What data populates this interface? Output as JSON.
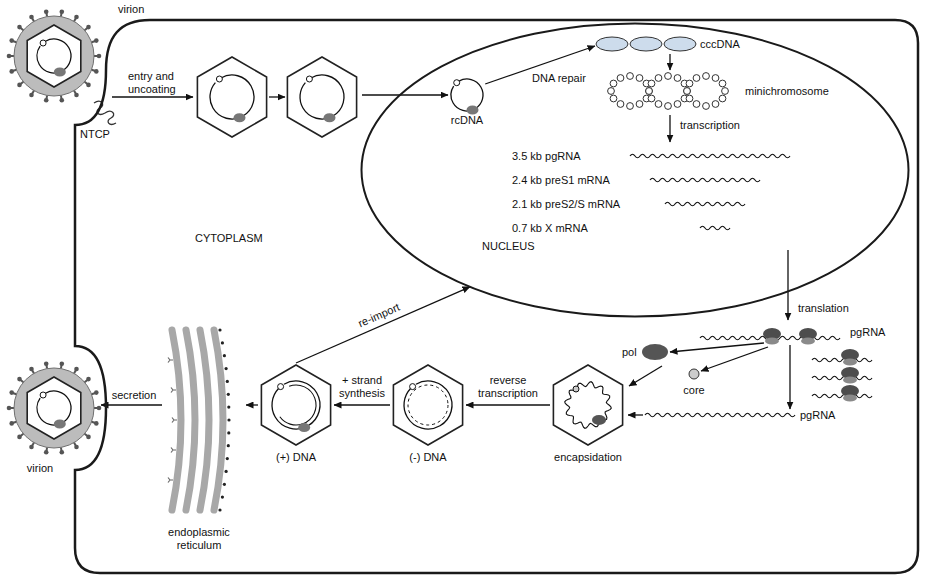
{
  "diagram": {
    "nodes": [
      {
        "text": [
          "CYTOPLASM"
        ]
      },
      {
        "text": [
          "NUCLEUS"
        ],
        "in": 0
      },
      {
        "text": [
          "virion"
        ]
      },
      {
        "text": [
          "rcDNA"
        ],
        "in": 1
      },
      {
        "text": [
          "cccDNA"
        ],
        "in": 1
      },
      {
        "text": [
          "minichromosome"
        ],
        "in": 1
      },
      {
        "text": [
          "encapsidation"
        ],
        "in": 0
      },
      {
        "text": [
          "(-) DNA"
        ],
        "in": 0
      },
      {
        "text": [
          "(+) DNA"
        ],
        "in": 0
      },
      {
        "text": [
          "endoplasmic reticulum"
        ],
        "in": 0
      },
      {
        "text": [
          "virion"
        ]
      }
    ],
    "edges": [
      {
        "from": 3,
        "to": 4,
        "label": "DNA repair",
        "arrow": "to"
      },
      {
        "from": 4,
        "to": 5,
        "arrow": "to"
      },
      {
        "from": 6,
        "to": 7,
        "label": "reverse transcription",
        "arrow": "to"
      },
      {
        "from": 7,
        "to": 8,
        "label": "+ strand synthesis",
        "arrow": "to"
      },
      {
        "from": 8,
        "to": 1,
        "label": "re-import",
        "arrow": "to"
      },
      {
        "from": 8,
        "to": 9,
        "arrow": "to"
      },
      {
        "from": 9,
        "to": 10,
        "label": "secretion",
        "arrow": "to"
      }
    ],
    "labels": [
      "NTCP",
      "entry and uncoating",
      "transcription",
      "3.5 kb pgRNA",
      "2.4 kb preS1 mRNA",
      "2.1 kb preS2/S mRNA",
      "0.7 kb X mRNA",
      "translation",
      "pgRNA",
      "pol",
      "core",
      "pgRNA"
    ]
  }
}
